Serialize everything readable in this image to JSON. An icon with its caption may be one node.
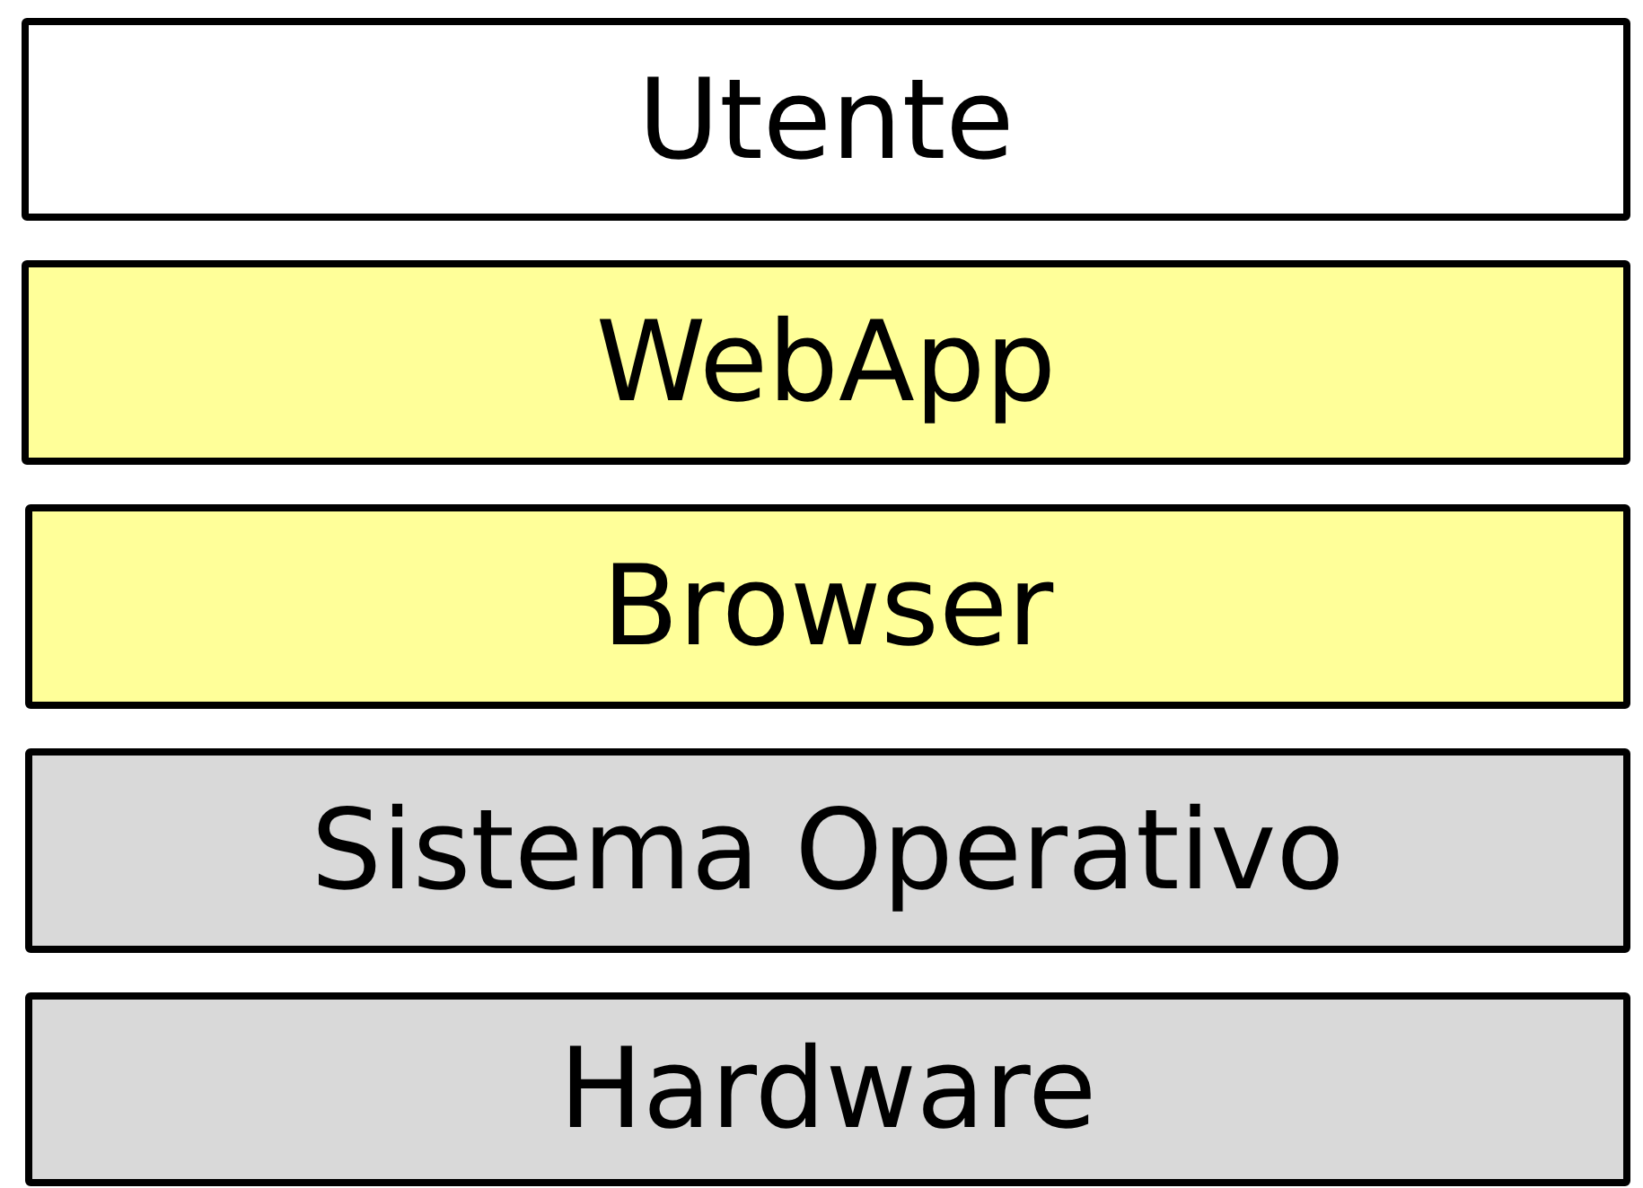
{
  "diagram": {
    "nodes": [
      {
        "text": [
          "Utente"
        ]
      },
      {
        "text": [
          "WebApp"
        ]
      },
      {
        "text": [
          "Browser"
        ]
      },
      {
        "text": [
          "Sistema Operativo"
        ]
      },
      {
        "text": [
          "Hardware"
        ]
      }
    ]
  }
}
